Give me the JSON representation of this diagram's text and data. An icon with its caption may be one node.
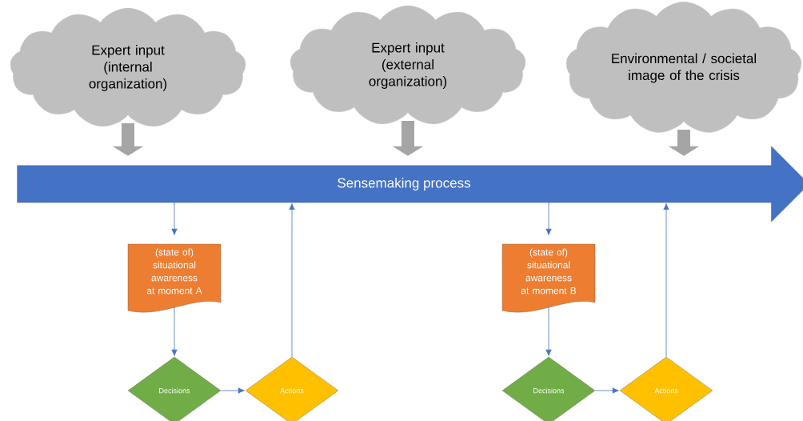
{
  "diagram": {
    "nodes": [
      {
        "text": [
          "Expert input (internal organization)"
        ]
      },
      {
        "text": [
          "Expert input (external organization)"
        ]
      },
      {
        "text": [
          "Environmental / societal image of the crisis"
        ]
      },
      {
        "text": [
          "Sensemaking process"
        ]
      },
      {
        "text": [
          "(state of) situational awareness at moment A"
        ]
      },
      {
        "text": [
          "Decisions"
        ]
      },
      {
        "text": [
          "Actions"
        ]
      },
      {
        "text": [
          "(state of) situational awareness at moment B"
        ]
      },
      {
        "text": [
          "Decisions"
        ]
      },
      {
        "text": [
          "Actions"
        ]
      }
    ],
    "edges": [
      {
        "from": 0,
        "to": 3,
        "arrow": "to",
        "style": "thick",
        "color": "#a5a5a5"
      },
      {
        "from": 1,
        "to": 3,
        "arrow": "to",
        "style": "thick",
        "color": "#a5a5a5"
      },
      {
        "from": 2,
        "to": 3,
        "arrow": "to",
        "style": "thick",
        "color": "#a5a5a5"
      },
      {
        "from": 3,
        "to": 4,
        "arrow": "to"
      },
      {
        "from": 4,
        "to": 5,
        "arrow": "to"
      },
      {
        "from": 5,
        "to": 6,
        "arrow": "to"
      },
      {
        "from": 6,
        "to": 3,
        "arrow": "to"
      },
      {
        "from": 3,
        "to": 7,
        "arrow": "to"
      },
      {
        "from": 7,
        "to": 8,
        "arrow": "to"
      },
      {
        "from": 8,
        "to": 9,
        "arrow": "to"
      },
      {
        "from": 9,
        "to": 3,
        "arrow": "to"
      }
    ]
  }
}
